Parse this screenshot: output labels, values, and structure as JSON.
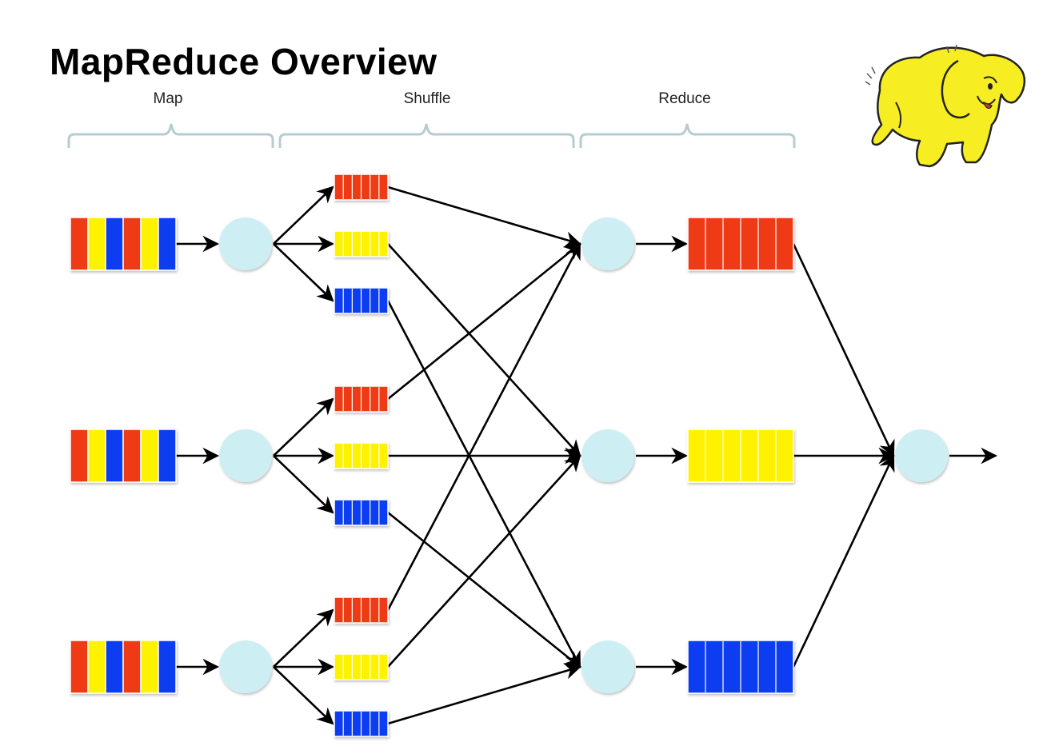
{
  "title": "MapReduce Overview",
  "stages": {
    "map": "Map",
    "shuffle": "Shuffle",
    "reduce": "Reduce"
  },
  "colors": {
    "red": "#ee3a12",
    "yellow": "#fff200",
    "blue": "#0a3cf0",
    "node": "#cdeff3",
    "brace": "#b7ccd2",
    "arrow": "#000000",
    "logo_body": "#f6ee22",
    "logo_outline": "#222222"
  },
  "map_inputs": [
    [
      "red",
      "yellow",
      "blue",
      "red",
      "yellow",
      "blue"
    ],
    [
      "red",
      "yellow",
      "blue",
      "red",
      "yellow",
      "blue"
    ],
    [
      "red",
      "yellow",
      "blue",
      "red",
      "yellow",
      "blue"
    ]
  ],
  "partitions": [
    "red",
    "yellow",
    "blue"
  ],
  "reduce_outputs": [
    "red",
    "yellow",
    "blue"
  ],
  "logo": {
    "icon": "hadoop-elephant-icon"
  }
}
